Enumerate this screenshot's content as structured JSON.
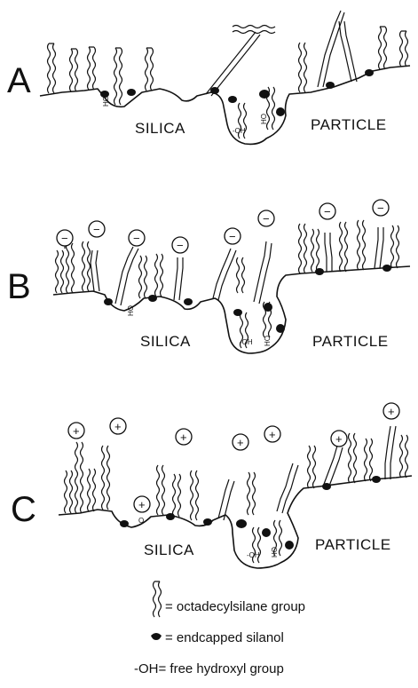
{
  "panels": [
    {
      "label": "A",
      "silica_label": "SILICA",
      "particle_label": "PARTICLE",
      "ion_charge": "",
      "hydroxyl_labels": [
        "HO",
        "-OH",
        "HO"
      ]
    },
    {
      "label": "B",
      "silica_label": "SILICA",
      "particle_label": "PARTICLE",
      "ion_charge": "−",
      "hydroxyl_labels": [
        "HO",
        "-OH",
        "HO"
      ]
    },
    {
      "label": "C",
      "silica_label": "SILICA",
      "particle_label": "PARTICLE",
      "ion_charge": "+",
      "hydroxyl_labels": [
        "O",
        "-OH",
        "HO"
      ]
    }
  ],
  "legend": {
    "chain_text": "= octadecylsilane group",
    "endcap_text": "= endcapped silanol",
    "hydroxyl_text": "-OH= free hydroxyl group"
  }
}
